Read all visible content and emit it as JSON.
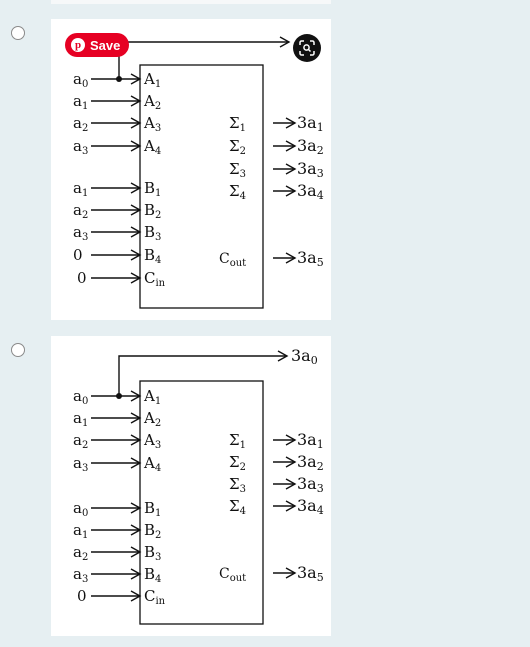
{
  "options": [
    {
      "id": "option-1",
      "inputs_a": [
        "a0",
        "a1",
        "a2",
        "a3"
      ],
      "inputs_b": [
        "a1",
        "a2",
        "a3",
        "0"
      ],
      "input_cin": "0",
      "top_output": "",
      "pins_a": [
        "A1",
        "A2",
        "A3",
        "A4"
      ],
      "pins_b": [
        "B1",
        "B2",
        "B3",
        "B4"
      ],
      "pin_cin": "Cin",
      "sums": [
        "Σ1",
        "Σ2",
        "Σ3",
        "Σ4"
      ],
      "cout": "Cout",
      "outputs": [
        "3a1",
        "3a2",
        "3a3",
        "3a4"
      ],
      "out_cout": "3a5"
    },
    {
      "id": "option-2",
      "inputs_a": [
        "a0",
        "a1",
        "a2",
        "a3"
      ],
      "inputs_b": [
        "a0",
        "a1",
        "a2",
        "a3"
      ],
      "input_cin": "0",
      "top_output": "3a0",
      "pins_a": [
        "A1",
        "A2",
        "A3",
        "A4"
      ],
      "pins_b": [
        "B1",
        "B2",
        "B3",
        "B4"
      ],
      "pin_cin": "Cin",
      "sums": [
        "Σ1",
        "Σ2",
        "Σ3",
        "Σ4"
      ],
      "cout": "Cout",
      "outputs": [
        "3a1",
        "3a2",
        "3a3",
        "3a4"
      ],
      "out_cout": "3a5"
    }
  ],
  "save_button": {
    "label": "Save",
    "icon": "pinterest-icon",
    "color": "#e60023"
  },
  "visual_search_button": {
    "icon": "visual-search-icon"
  }
}
